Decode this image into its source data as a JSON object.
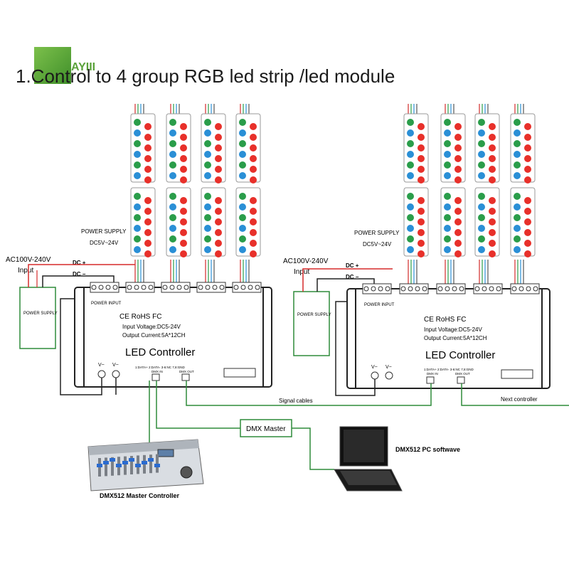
{
  "brand": {
    "logo_text": "AYIII"
  },
  "title": "1.Control to 4 group RGB led strip /led module",
  "left_system": {
    "power_supply_label": "POWER SUPPLY",
    "power_supply_voltage": "DC5V~24V",
    "ac_label": "AC100V-240V",
    "input_label": "Input",
    "dc_plus": "DC +",
    "dc_minus": "DC −",
    "psu_box_label": "POWER SUPPLY",
    "controller_name": "LED Controller",
    "input_voltage": "Input Voltage:DC5-24V",
    "output_current": "Output Current:5A*12CH",
    "rohs": "CE RoHS FC",
    "power_input": "POWER INPUT",
    "dmx_in": "DMX IN",
    "dmx_out": "DMX OUT",
    "data_pins": "1:DATA+ 2:DATA- 3-6:NC 7,8:GND",
    "vminus": "V−",
    "vplus": "V−"
  },
  "right_system": {
    "power_supply_label": "POWER SUPPLY",
    "power_supply_voltage": "DC5V~24V",
    "ac_label": "AC100V-240V",
    "input_label": "Input",
    "dc_plus": "DC +",
    "dc_minus": "DC −",
    "psu_box_label": "POWER SUPPLY",
    "controller_name": "LED Controller",
    "input_voltage": "Input Voltage:DC5-24V",
    "output_current": "Output Current:5A*12CH",
    "rohs": "CE RoHS FC",
    "power_input": "POWER INPUT",
    "dmx_in": "DMX IN",
    "dmx_out": "DMX OUT",
    "data_pins": "1:DATA+ 2:DATA- 3-6:NC 7,8:GND",
    "vminus": "V−",
    "vplus": "V−"
  },
  "signal_cables_label": "Signal cables",
  "next_controller_label": "Next   controller",
  "dmx_master_label": "DMX Master",
  "dmx_pc_label": "DMX512 PC softwave",
  "dmx_console_label": "DMX512 Master Controller",
  "colors": {
    "red": "#e8302a",
    "green": "#2a9d4a",
    "blue": "#2a8fd6",
    "wire_green": "#2e8b3a",
    "wire_red": "#d62a2a"
  }
}
